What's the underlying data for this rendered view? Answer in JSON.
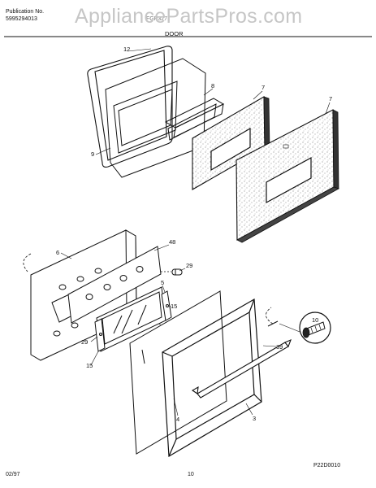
{
  "header": {
    "publication_label": "Publication No.",
    "publication_number": "5995294013",
    "model_fragment": "FGP327",
    "section_title": "DOOR"
  },
  "watermark": "AppliancePartsPros.com",
  "callouts": {
    "p12": "12",
    "p9": "9",
    "p8": "8",
    "p7a": "7",
    "p7b": "7",
    "p6": "6",
    "p48": "48",
    "p29a": "29",
    "p5": "5",
    "p15a": "15",
    "p29b": "29",
    "p15b": "15",
    "p10": "10",
    "p39": "39",
    "p4": "4",
    "p3": "3"
  },
  "diagram_code": "P22D0010",
  "footer": {
    "date": "02/97",
    "page": "10"
  }
}
